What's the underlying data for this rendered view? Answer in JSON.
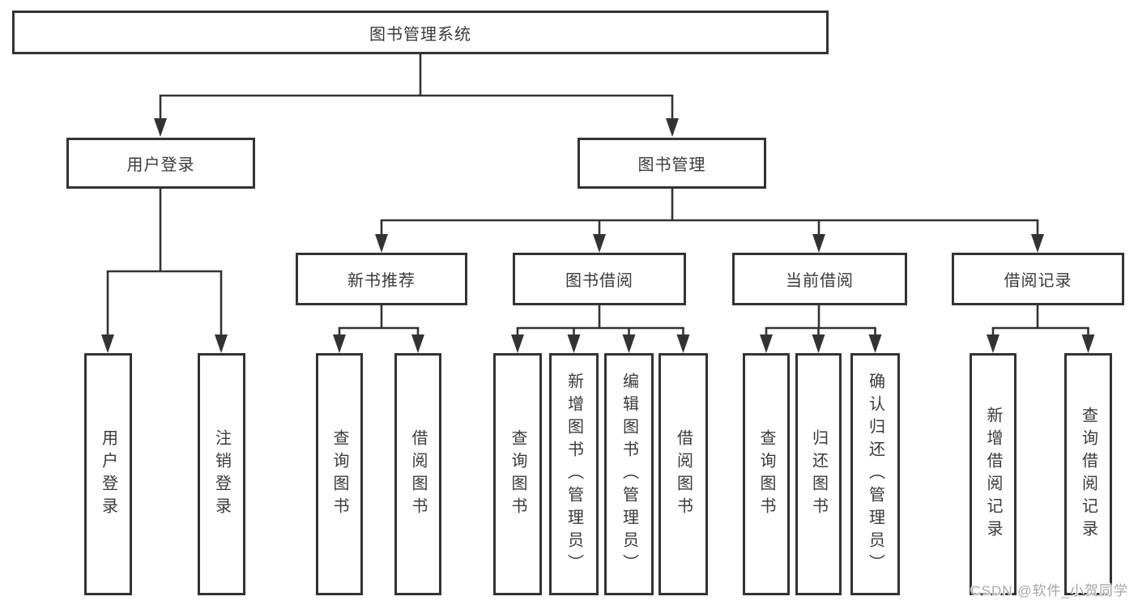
{
  "tree": {
    "root": {
      "label": "图书管理系统"
    },
    "user_login": {
      "label": "用户登录",
      "children": [
        {
          "label": "用户登录"
        },
        {
          "label": "注销登录"
        }
      ]
    },
    "book_management": {
      "label": "图书管理",
      "sections": [
        {
          "label": "新书推荐",
          "children": [
            {
              "label": "查询图书"
            },
            {
              "label": "借阅图书"
            }
          ]
        },
        {
          "label": "图书借阅",
          "children": [
            {
              "label": "查询图书"
            },
            {
              "label": "新增图书（管理员）"
            },
            {
              "label": "编辑图书（管理员）"
            },
            {
              "label": "借阅图书"
            }
          ]
        },
        {
          "label": "当前借阅",
          "children": [
            {
              "label": "查询图书"
            },
            {
              "label": "归还图书"
            },
            {
              "label": "确认归还（管理员）"
            }
          ]
        },
        {
          "label": "借阅记录",
          "children": [
            {
              "label": "新增借阅记录"
            },
            {
              "label": "查询借阅记录"
            }
          ]
        }
      ]
    }
  },
  "watermark": {
    "text": "CSDN @软件_小贺同学"
  },
  "colors": {
    "line": "#333333",
    "box_border": "#333333",
    "text": "#3a3a3a",
    "background": "#ffffff",
    "watermark": "#a6a6a6"
  }
}
